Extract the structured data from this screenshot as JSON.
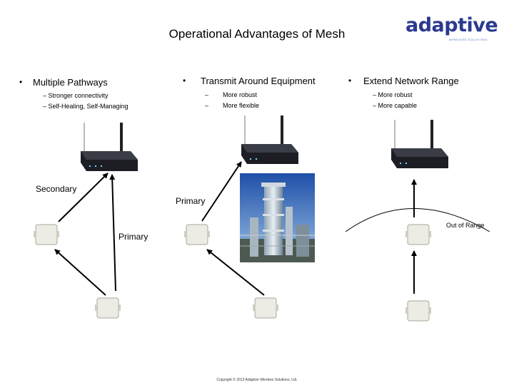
{
  "title": "Operational Advantages of Mesh",
  "logo": {
    "text": "adaptive",
    "tagline": "WIRELESS SOLUTIONS"
  },
  "columns": [
    {
      "bullet": "•",
      "heading": "Multiple Pathways",
      "items": [
        "– Stronger connectivity",
        "– Self-Healing, Self-Managing"
      ]
    },
    {
      "bullet": "•",
      "heading": "Transmit Around Equipment",
      "items": [
        {
          "dash": "–",
          "text": "More robust"
        },
        {
          "dash": "–",
          "text": "More flexible"
        }
      ]
    },
    {
      "bullet": "•",
      "heading": "Extend Network Range",
      "items": [
        "– More robust",
        "– More capable"
      ]
    }
  ],
  "diagram_labels": {
    "secondary": "Secondary",
    "primary_left": "Primary",
    "primary_middle": "Primary",
    "out_of_range": "Out of Range"
  },
  "icons": [
    "router-icon",
    "sensor-node-icon",
    "refinery-photo"
  ],
  "copyright": "Copyright © 2013 Adaptive Wireless Solutions, Ltd."
}
